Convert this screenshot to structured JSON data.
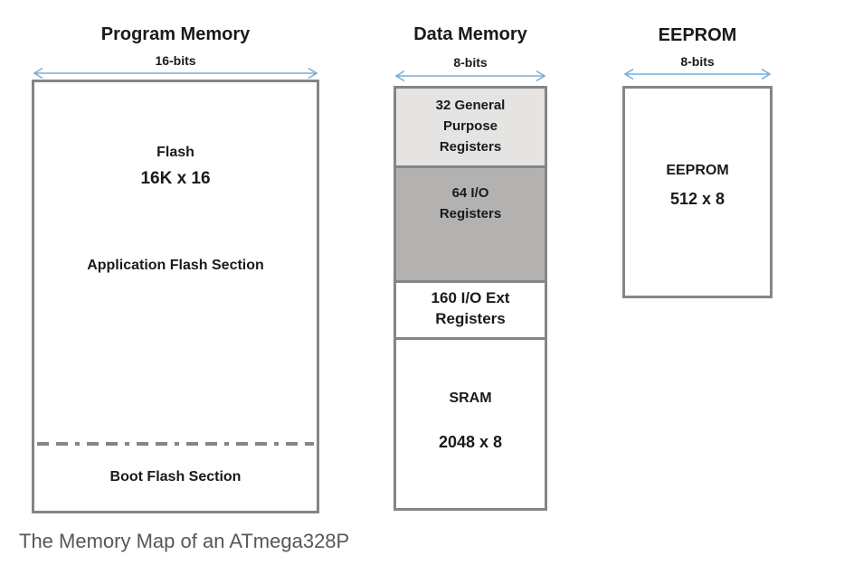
{
  "caption": "The Memory Map of an ATmega328P",
  "colors": {
    "arrow": "#79aed7",
    "border": "#858585",
    "section-light": "#e5e4e2",
    "section-mid": "#b4b2b1",
    "text": "#1a1a1a",
    "caption": "#54585c"
  },
  "program_memory": {
    "title": "Program Memory",
    "width_label": "16-bits",
    "flash_label": "Flash",
    "flash_size": "16K x 16",
    "app_section_label": "Application Flash Section",
    "boot_section_label": "Boot Flash Section"
  },
  "data_memory": {
    "title": "Data Memory",
    "width_label": "8-bits",
    "sections": {
      "general_purpose_registers": "32 General\nPurpose\nRegisters",
      "io_registers": "64 I/O\nRegisters",
      "io_ext_registers": "160 I/O Ext\nRegisters",
      "sram_label": "SRAM",
      "sram_size": "2048 x 8"
    }
  },
  "eeprom": {
    "title": "EEPROM",
    "width_label": "8-bits",
    "box_label": "EEPROM",
    "box_size": "512 x 8"
  }
}
